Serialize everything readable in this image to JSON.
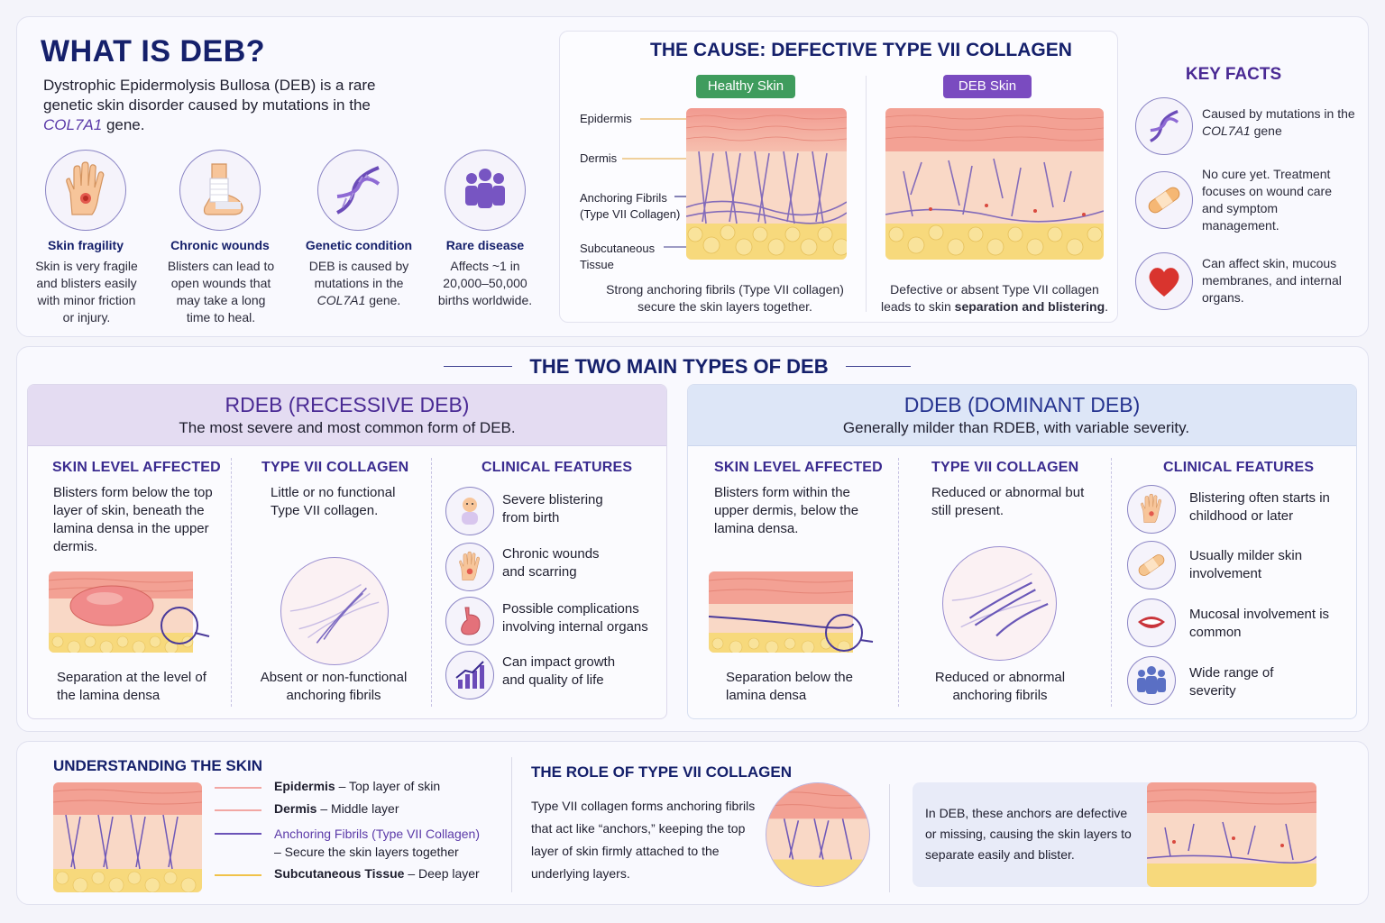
{
  "intro": {
    "title": "WHAT IS DEB?",
    "desc_before": "Dystrophic Epidermolysis Bullosa (DEB) is a rare genetic skin disorder caused by mutations in the",
    "desc_gene": "COL7A1",
    "desc_after": "gene.",
    "cards": [
      {
        "icon": "hand-icon",
        "title": "Skin fragility",
        "text": "Skin is very fragile and blisters easily with minor friction or injury."
      },
      {
        "icon": "bandaged-foot-icon",
        "title": "Chronic wounds",
        "text": "Blisters can lead to open wounds that may take a long time to heal."
      },
      {
        "icon": "dna-icon",
        "title": "Genetic condition",
        "text_before": "DEB is caused by mutations in the",
        "text_gene": "COL7A1",
        "text_after": "gene."
      },
      {
        "icon": "people-icon",
        "title": "Rare disease",
        "text": "Affects ~1 in 20,000–50,000 births worldwide."
      }
    ]
  },
  "cause": {
    "title": "THE CAUSE: DEFECTIVE TYPE VII COLLAGEN",
    "healthy_label": "Healthy Skin",
    "deb_label": "DEB Skin",
    "layer_labels": [
      "Epidermis",
      "Dermis",
      "Anchoring Fibrils\n(Type VII Collagen)",
      "Subcutaneous\nTissue"
    ],
    "healthy_caption": "Strong anchoring fibrils (Type VII collagen) secure the skin layers together.",
    "deb_caption_plain": "Defective or absent Type VII collagen leads to skin",
    "deb_caption_bold": "separation and blistering",
    "deb_caption_end": "."
  },
  "key_facts": {
    "title": "KEY FACTS",
    "items": [
      {
        "icon": "dna-icon",
        "text_before": "Caused by mutations in the",
        "text_gene": "COL7A1",
        "text_after": "gene"
      },
      {
        "icon": "bandage-icon",
        "text": "No cure yet. Treatment focuses on wound care and symptom management."
      },
      {
        "icon": "heart-icon",
        "text": "Can affect skin, mucous membranes, and internal organs."
      }
    ]
  },
  "types": {
    "title": "THE TWO MAIN TYPES OF DEB",
    "rdeb": {
      "title": "RDEB (RECESSIVE DEB)",
      "subtitle": "The most severe and most common form of DEB.",
      "col1": {
        "heading": "SKIN LEVEL AFFECTED",
        "text": "Blisters form below the top layer of skin, beneath the lamina densa in the upper dermis.",
        "caption": "Separation at the level of the lamina densa"
      },
      "col2": {
        "heading": "TYPE VII COLLAGEN",
        "text": "Little or no functional Type VII collagen.",
        "caption": "Absent or non-functional anchoring fibrils"
      },
      "col3": {
        "heading": "CLINICAL FEATURES",
        "items": [
          {
            "icon": "baby-icon",
            "text": "Severe blistering from birth"
          },
          {
            "icon": "wounded-hand-icon",
            "text": "Chronic wounds and scarring"
          },
          {
            "icon": "stomach-icon",
            "text": "Possible complications involving internal organs"
          },
          {
            "icon": "growth-chart-icon",
            "text": "Can impact growth and quality of life"
          }
        ]
      }
    },
    "ddeb": {
      "title": "DDEB (DOMINANT DEB)",
      "subtitle": "Generally milder than RDEB, with variable severity.",
      "col1": {
        "heading": "SKIN LEVEL AFFECTED",
        "text": "Blisters form within the upper dermis, below the lamina densa.",
        "caption": "Separation below the lamina densa"
      },
      "col2": {
        "heading": "TYPE VII COLLAGEN",
        "text": "Reduced or abnormal but still present.",
        "caption": "Reduced or abnormal anchoring fibrils"
      },
      "col3": {
        "heading": "CLINICAL FEATURES",
        "items": [
          {
            "icon": "hand-icon",
            "text": "Blistering often starts in childhood or later"
          },
          {
            "icon": "bandage-icon",
            "text": "Usually milder skin involvement"
          },
          {
            "icon": "mouth-icon",
            "text": "Mucosal involvement is common"
          },
          {
            "icon": "family-icon",
            "text": "Wide range of severity"
          }
        ]
      }
    }
  },
  "understanding": {
    "title": "UNDERSTANDING THE SKIN",
    "legend": [
      {
        "bold": "Epidermis",
        "rest": " – Top layer of skin",
        "color": "#f2a7a3"
      },
      {
        "bold": "Dermis",
        "rest": " – Middle layer",
        "color": "#f2a7a3"
      },
      {
        "bold": "Anchoring Fibrils (Type VII Collagen)",
        "rest": "– Secure the skin layers together",
        "color": "#6b53b8"
      },
      {
        "bold": "Subcutaneous Tissue",
        "rest": " – Deep layer",
        "color": "#f0c24a"
      }
    ]
  },
  "role": {
    "title": "THE ROLE OF TYPE VII COLLAGEN",
    "text": "Type VII collagen forms anchoring fibrils that act like “anchors,” keeping the top layer of skin firmly attached to the underlying layers.",
    "deb_note": "In DEB, these anchors are defective or missing, causing the skin layers to separate easily and blister."
  },
  "colors": {
    "navy": "#15206b",
    "purple_accent": "#4a2a94",
    "healthy_green": "#3f9c5d",
    "deb_purple": "#7a4bc0",
    "rdeb_header": "#e4dcf2",
    "ddeb_header": "#dde6f7"
  }
}
